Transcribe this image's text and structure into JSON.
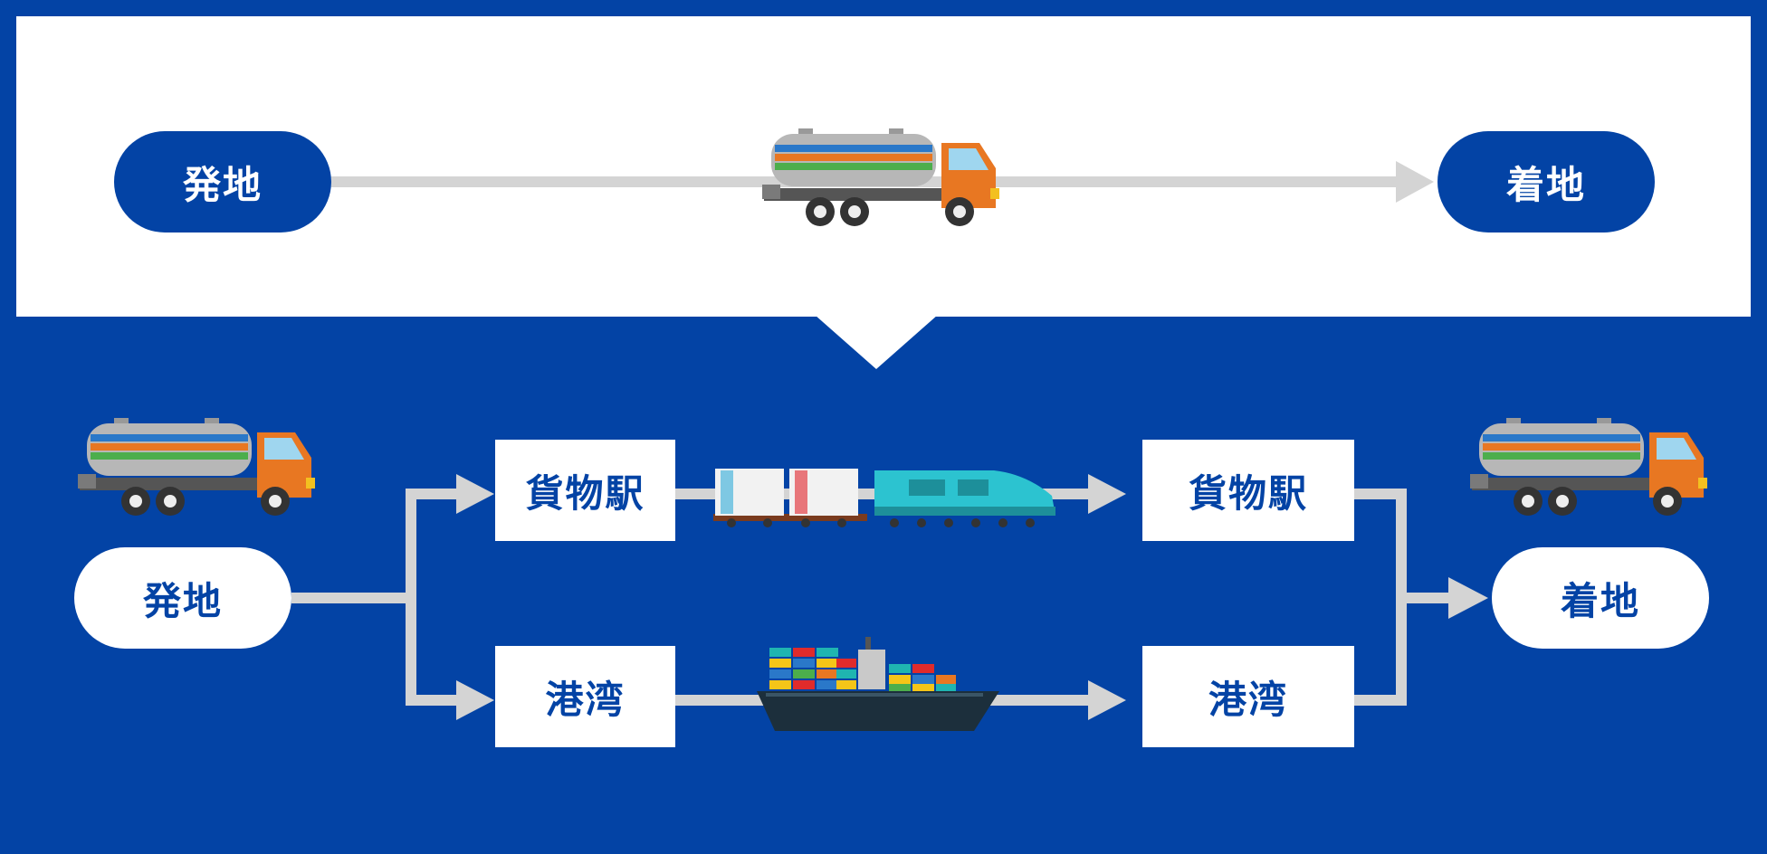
{
  "top_route": {
    "origin_label": "発地",
    "destination_label": "着地",
    "vehicle_icon": "tank-truck-icon"
  },
  "bottom_route": {
    "origin_label": "発地",
    "destination_label": "着地",
    "rail": {
      "departure_label": "貨物駅",
      "arrival_label": "貨物駅",
      "vehicle_icon": "freight-train-icon"
    },
    "sea": {
      "departure_label": "港湾",
      "arrival_label": "港湾",
      "vehicle_icon": "container-ship-icon"
    },
    "first_mile_icon": "tank-truck-icon",
    "last_mile_icon": "tank-truck-icon"
  },
  "colors": {
    "brand_blue": "#0343a5",
    "connector_gray": "#d4d4d4",
    "truck_orange": "#e87722",
    "train_cyan": "#2cc3d0"
  }
}
